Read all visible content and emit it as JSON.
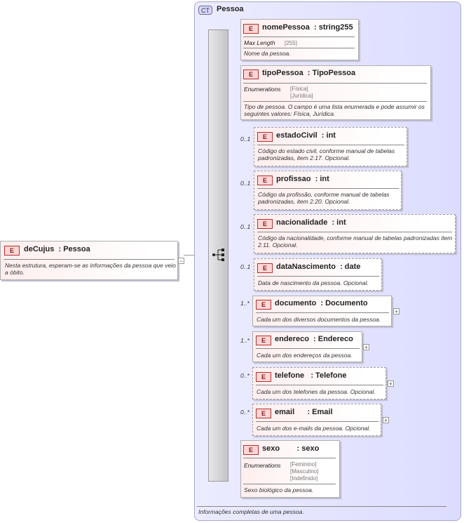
{
  "root": {
    "badge": "E",
    "name": "deCujus  : Pessoa",
    "desc": "Nesta estrutura, esperam-se as informações da pessoa que veio a óbito.",
    "collapse": "−"
  },
  "complex_type": {
    "badge": "CT",
    "name": "Pessoa",
    "footer": "Informações completas de uma pessoa."
  },
  "elements": [
    {
      "badge": "E",
      "name": "nomePessoa  : string255",
      "facet_label": "Max Length",
      "facet_values": "[255]",
      "desc": "Nome da pessoa.",
      "cardinality": ""
    },
    {
      "badge": "E",
      "name": "tipoPessoa  : TipoPessoa",
      "facet_label": "Enumerations",
      "facet_values": "[Física]\n[Jurídica]",
      "desc": "Tipo de pessoa. O campo é uma lista enumerada e pode assumir os seguintes valores: Física, Jurídica.",
      "cardinality": ""
    },
    {
      "badge": "E",
      "name": "estadoCivil  : int",
      "desc": "Código do estado civil, conforme manual de tabelas padronizadas, item 2.17. Opcional.",
      "cardinality": "0..1"
    },
    {
      "badge": "E",
      "name": "profissao  : int",
      "desc": "Código da profissão, conforme manual de tabelas padronizadas, item 2.20. Opcional.",
      "cardinality": "0..1"
    },
    {
      "badge": "E",
      "name": "nacionalidade  : int",
      "desc": "Código da nacionalidade, conforme manual de tabelas padronizadas item 2.11. Opcional.",
      "cardinality": "0..1"
    },
    {
      "badge": "E",
      "name": "dataNascimento  : date",
      "desc": "Data de nascimento da pessoa. Opcional.",
      "cardinality": "0..1"
    },
    {
      "badge": "E",
      "name": "documento  : Documento",
      "desc": "Cada um dos diversos documentos da pessoa.",
      "cardinality": "1..*",
      "expand": "+"
    },
    {
      "badge": "E",
      "name": "endereco  : Endereco",
      "desc": "Cada um dos endereços da pessoa.",
      "cardinality": "1..*",
      "expand": "+"
    },
    {
      "badge": "E",
      "name": "telefone   : Telefone",
      "desc": "Cada um dos telefones da pessoa. Opcional.",
      "cardinality": "0..*",
      "expand": "+"
    },
    {
      "badge": "E",
      "name": "email      : Email",
      "desc": "Cada um dos e-mails da pessoa. Opcional.",
      "cardinality": "0..*",
      "expand": "+"
    },
    {
      "badge": "E",
      "name": "sexo        : sexo",
      "facet_label": "Enumerations",
      "facet_values": "[Feminino]\n[Masculino]\n[Indefinido]",
      "desc": "Sexo biológico da pessoa.",
      "cardinality": ""
    }
  ]
}
